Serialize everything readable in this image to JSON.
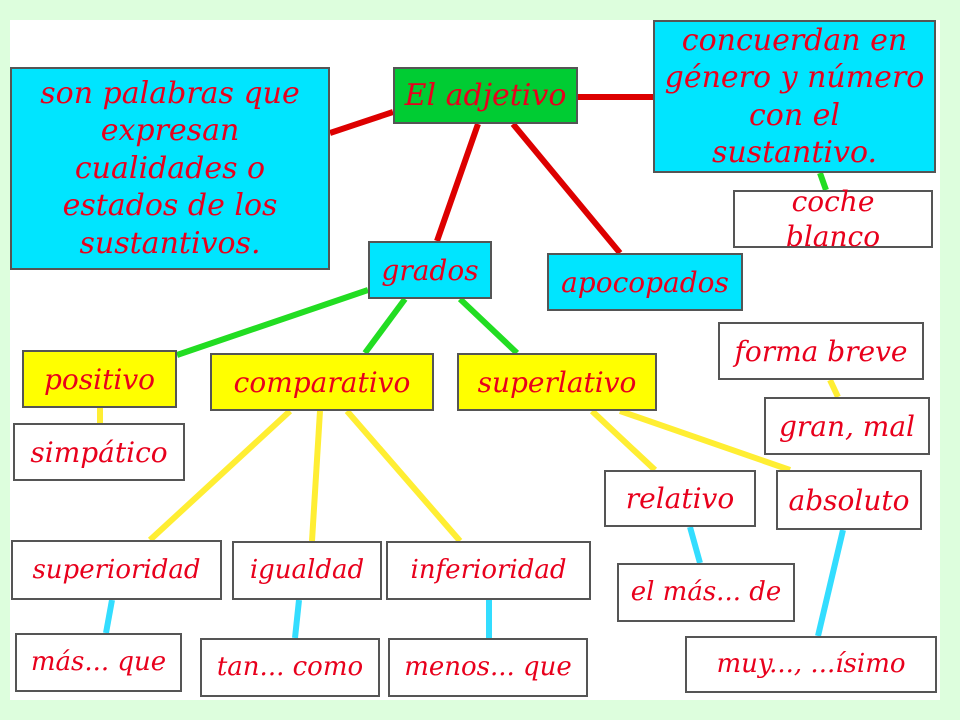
{
  "nodes": {
    "title": "El adjetivo",
    "definition": "son palabras que expresan cualidades o estados de los sustantivos.",
    "agreement": "concuerdan en género y número con el sustantivo.",
    "agreement_example": "coche blanco",
    "grados": "grados",
    "apocopados": "apocopados",
    "forma_breve": "forma breve",
    "apocopados_example": "gran, mal",
    "positivo": "positivo",
    "positivo_example": "simpático",
    "comparativo": "comparativo",
    "superlativo": "superlativo",
    "relativo": "relativo",
    "absoluto": "absoluto",
    "superioridad": "superioridad",
    "igualdad": "igualdad",
    "inferioridad": "inferioridad",
    "superioridad_example": "más... que",
    "igualdad_example": "tan... como",
    "inferioridad_example": "menos... que",
    "relativo_example": "el más... de",
    "absoluto_example": "muy..., ...ísimo"
  },
  "colors": {
    "text": "#e8001c",
    "cyan_box": "#00e5ff",
    "green_box": "#00cc33",
    "yellow_box": "#ffff00",
    "red_link": "#dd0000",
    "green_link": "#22dd22",
    "yellow_link": "#ffee33",
    "cyan_link": "#33ddff",
    "background": "#ddfedd"
  }
}
